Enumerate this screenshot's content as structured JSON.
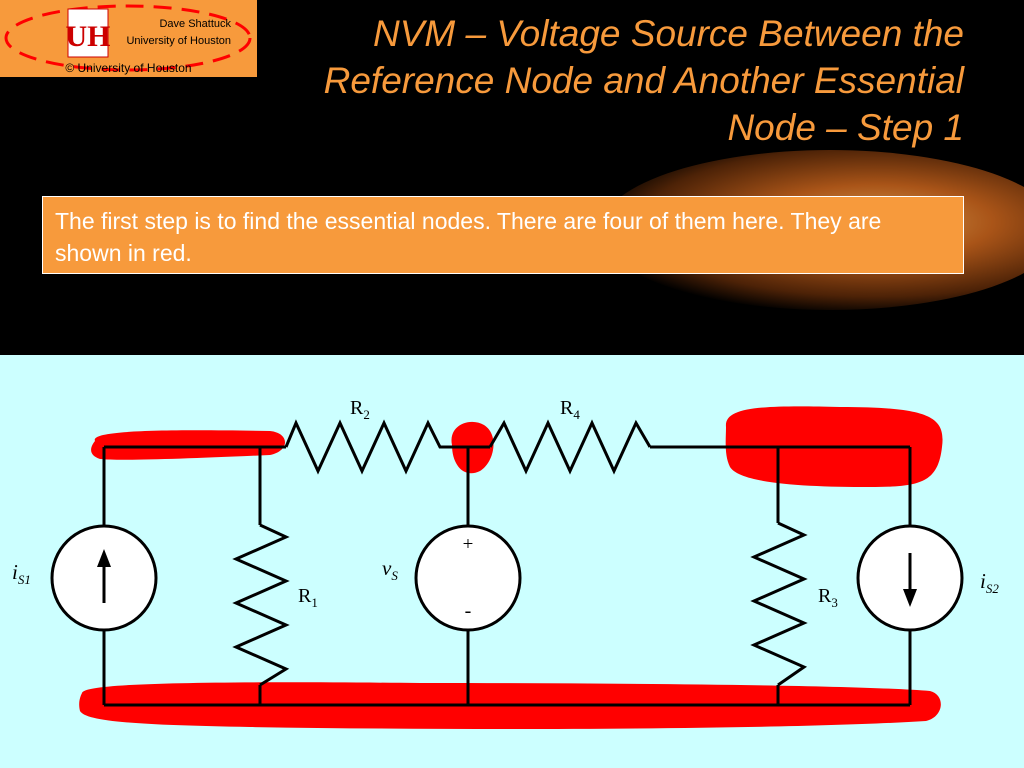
{
  "logo": {
    "author": "Dave Shattuck",
    "institution": "University of Houston",
    "copyright": "© University of Houston",
    "mark": "UH"
  },
  "title": "NVM – Voltage Source Between the Reference Node and Another Essential Node – Step 1",
  "callout": "The first step is to find the essential nodes.  There are four of them here.  They are shown in red.",
  "colors": {
    "accent": "#f79a3c",
    "highlight": "#ff0000",
    "circuit_bg": "#ccffff",
    "slide_bg": "#000000"
  },
  "circuit": {
    "r1": {
      "base": "R",
      "sub": "1"
    },
    "r2": {
      "base": "R",
      "sub": "2"
    },
    "r3": {
      "base": "R",
      "sub": "3"
    },
    "r4": {
      "base": "R",
      "sub": "4"
    },
    "is1": {
      "base": "i",
      "sub": "S1"
    },
    "is2": {
      "base": "i",
      "sub": "S2"
    },
    "vs": {
      "base": "v",
      "sub": "S"
    },
    "plus": "+",
    "minus": "-"
  }
}
